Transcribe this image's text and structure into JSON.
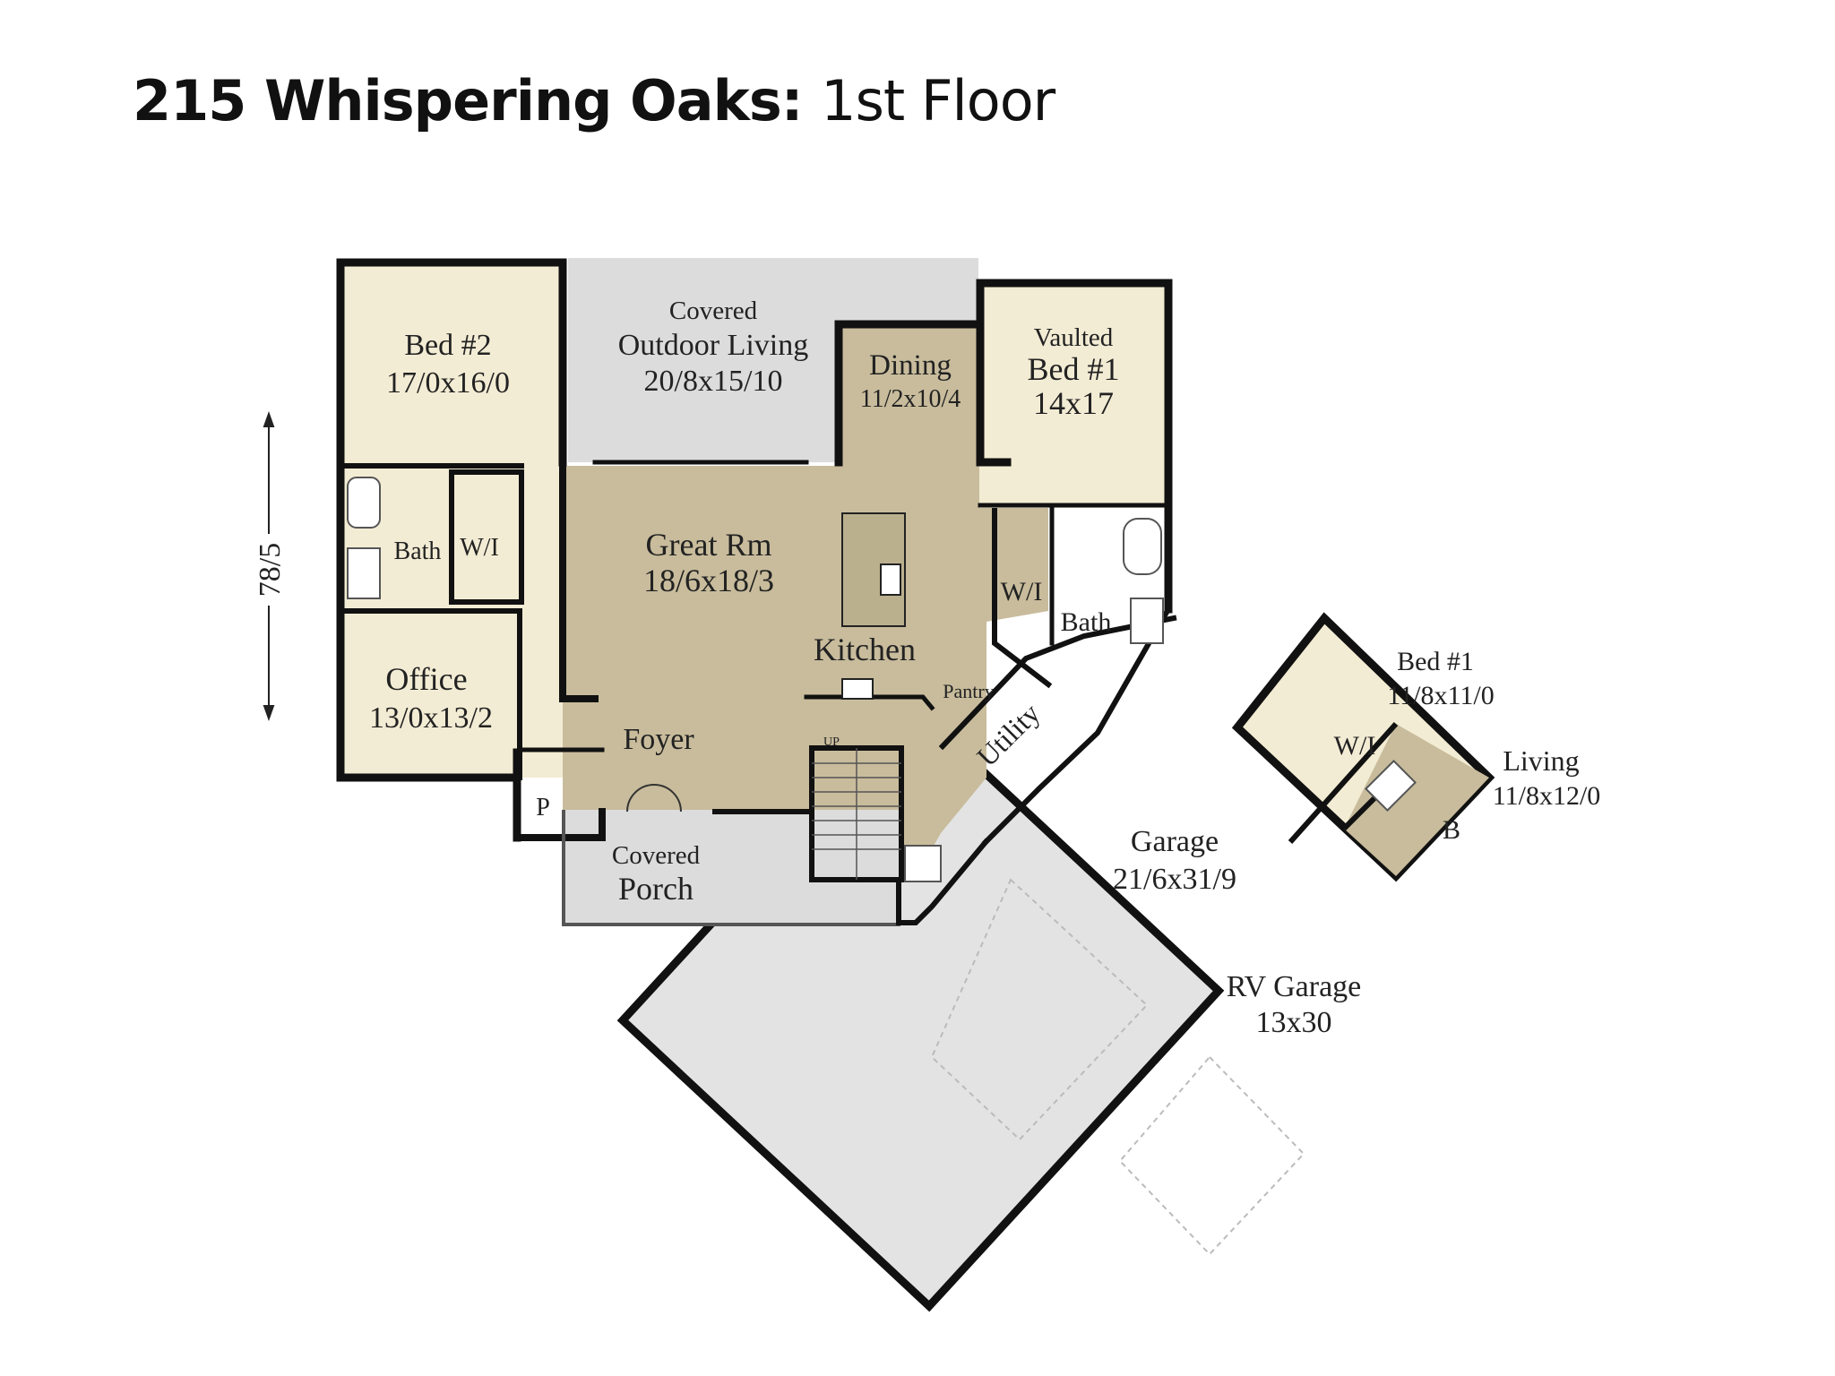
{
  "header": {
    "title_bold": "215 Whispering Oaks:",
    "title_rest": "1st Floor"
  },
  "dimension": {
    "label": "78/5"
  },
  "rooms": {
    "bed2": {
      "name": "Bed #2",
      "size": "17/0x16/0"
    },
    "covered_outdoor": {
      "line1": "Covered",
      "line2": "Outdoor Living",
      "size": "20/8x15/10"
    },
    "dining": {
      "name": "Dining",
      "size": "11/2x10/4"
    },
    "bed1_main": {
      "line1": "Vaulted",
      "line2": "Bed #1",
      "size": "14x17"
    },
    "bath_left": {
      "name": "Bath"
    },
    "wi_left": {
      "name": "W/I"
    },
    "great_rm": {
      "name": "Great Rm",
      "size": "18/6x18/3"
    },
    "office": {
      "name": "Office",
      "size": "13/0x13/2"
    },
    "kitchen": {
      "name": "Kitchen"
    },
    "pantry": {
      "name": "Pantry"
    },
    "wi_main": {
      "name": "W/I"
    },
    "bath_main": {
      "name": "Bath"
    },
    "utility": {
      "name": "Utility"
    },
    "foyer": {
      "name": "Foyer"
    },
    "stairs": {
      "name": "UP"
    },
    "powder": {
      "name": "P"
    },
    "covered_porch": {
      "line1": "Covered",
      "line2": "Porch"
    },
    "garage": {
      "name": "Garage",
      "size": "21/6x31/9"
    },
    "rv_garage": {
      "name": "RV Garage",
      "size": "13x30"
    },
    "bed1_suite": {
      "name": "Bed #1",
      "size": "11/8x11/0"
    },
    "wi_suite": {
      "name": "W/I"
    },
    "living_suite": {
      "name": "Living",
      "size": "11/8x12/0"
    },
    "bath_suite": {
      "name": "B"
    }
  },
  "colors": {
    "wall": "#111111",
    "room_fill": "#f3ecd4",
    "core_fill": "#c8bc9c",
    "covered_fill": "#dcdcdc",
    "garage_fill": "#e3e3e3",
    "wet_fill": "#e0d6b4"
  }
}
